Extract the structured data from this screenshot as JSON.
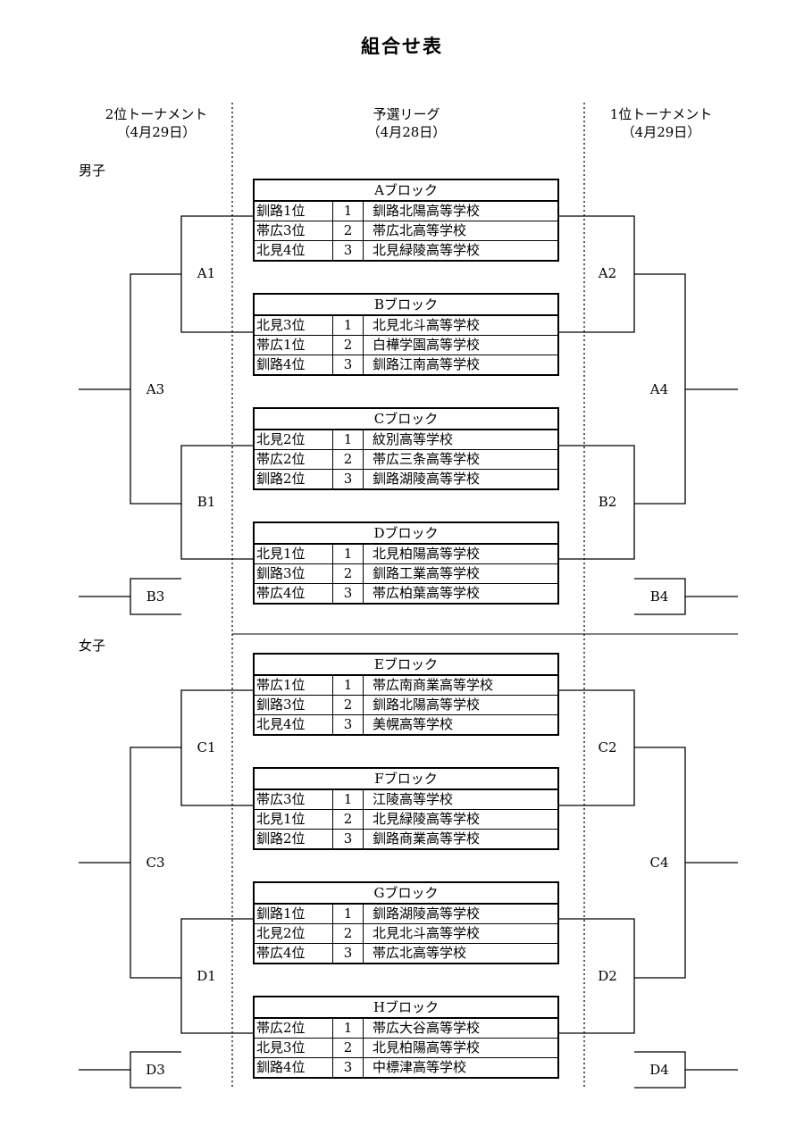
{
  "title": "組合せ表",
  "columns": {
    "left": {
      "name": "2位トーナメント",
      "date": "（4月29日）"
    },
    "center": {
      "name": "予選リーグ",
      "date": "（4月28日）"
    },
    "right": {
      "name": "1位トーナメント",
      "date": "（4月29日）"
    }
  },
  "sections": {
    "boys": "男子",
    "girls": "女子"
  },
  "match_labels": {
    "A1": "A1",
    "A2": "A2",
    "A3": "A3",
    "A4": "A4",
    "B1": "B1",
    "B2": "B2",
    "B3": "B3",
    "B4": "B4",
    "C1": "C1",
    "C2": "C2",
    "C3": "C3",
    "C4": "C4",
    "D1": "D1",
    "D2": "D2",
    "D3": "D3",
    "D4": "D4"
  },
  "blocks": [
    {
      "name": "Aブロック",
      "rows": [
        {
          "seed": "釧路1位",
          "num": "1",
          "school": "釧路北陽高等学校"
        },
        {
          "seed": "帯広3位",
          "num": "2",
          "school": "帯広北高等学校"
        },
        {
          "seed": "北見4位",
          "num": "3",
          "school": "北見緑陵高等学校"
        }
      ]
    },
    {
      "name": "Bブロック",
      "rows": [
        {
          "seed": "北見3位",
          "num": "1",
          "school": "北見北斗高等学校"
        },
        {
          "seed": "帯広1位",
          "num": "2",
          "school": "白樺学園高等学校"
        },
        {
          "seed": "釧路4位",
          "num": "3",
          "school": "釧路江南高等学校"
        }
      ]
    },
    {
      "name": "Cブロック",
      "rows": [
        {
          "seed": "北見2位",
          "num": "1",
          "school": "紋別高等学校"
        },
        {
          "seed": "帯広2位",
          "num": "2",
          "school": "帯広三条高等学校"
        },
        {
          "seed": "釧路2位",
          "num": "3",
          "school": "釧路湖陵高等学校"
        }
      ]
    },
    {
      "name": "Dブロック",
      "rows": [
        {
          "seed": "北見1位",
          "num": "1",
          "school": "北見柏陽高等学校"
        },
        {
          "seed": "釧路3位",
          "num": "2",
          "school": "釧路工業高等学校"
        },
        {
          "seed": "帯広4位",
          "num": "3",
          "school": "帯広柏葉高等学校"
        }
      ]
    },
    {
      "name": "Eブロック",
      "rows": [
        {
          "seed": "帯広1位",
          "num": "1",
          "school": "帯広南商業高等学校"
        },
        {
          "seed": "釧路3位",
          "num": "2",
          "school": "釧路北陽高等学校"
        },
        {
          "seed": "北見4位",
          "num": "3",
          "school": "美幌高等学校"
        }
      ]
    },
    {
      "name": "Fブロック",
      "rows": [
        {
          "seed": "帯広3位",
          "num": "1",
          "school": "江陵高等学校"
        },
        {
          "seed": "北見1位",
          "num": "2",
          "school": "北見緑陵高等学校"
        },
        {
          "seed": "釧路2位",
          "num": "3",
          "school": "釧路商業高等学校"
        }
      ]
    },
    {
      "name": "Gブロック",
      "rows": [
        {
          "seed": "釧路1位",
          "num": "1",
          "school": "釧路湖陵高等学校"
        },
        {
          "seed": "北見2位",
          "num": "2",
          "school": "北見北斗高等学校"
        },
        {
          "seed": "帯広4位",
          "num": "3",
          "school": "帯広北高等学校"
        }
      ]
    },
    {
      "name": "Hブロック",
      "rows": [
        {
          "seed": "帯広2位",
          "num": "1",
          "school": "帯広大谷高等学校"
        },
        {
          "seed": "北見3位",
          "num": "2",
          "school": "北見柏陽高等学校"
        },
        {
          "seed": "釧路4位",
          "num": "3",
          "school": "中標津高等学校"
        }
      ]
    }
  ]
}
